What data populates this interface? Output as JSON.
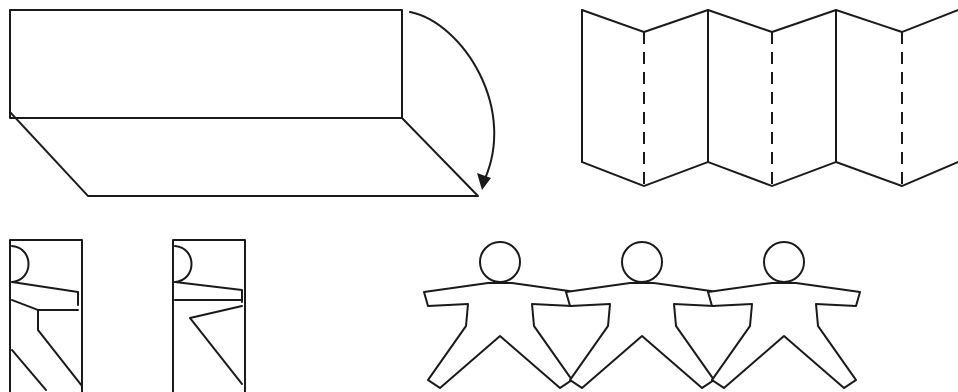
{
  "figure": {
    "panels": [
      {
        "id": "fold-strip",
        "step": 1
      },
      {
        "id": "accordion-fold",
        "step": 2
      },
      {
        "id": "cut-template-a",
        "step": 3
      },
      {
        "id": "cut-template-b",
        "step": 3
      },
      {
        "id": "paper-doll-chain",
        "step": 4,
        "doll_count": 3
      }
    ],
    "colors": {
      "ink": "#1a1a1a",
      "paper": "#ffffff"
    }
  }
}
